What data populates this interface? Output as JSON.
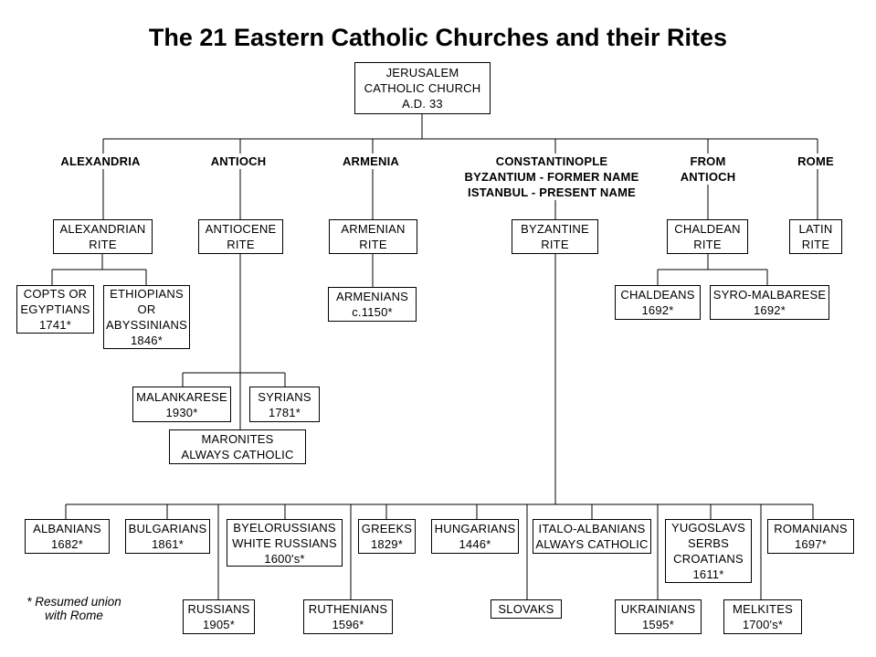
{
  "title": "The 21 Eastern Catholic Churches and their Rites",
  "footnote": "* Resumed union\nwith Rome",
  "colors": {
    "line": "#000000",
    "background": "#ffffff",
    "text": "#000000"
  },
  "branch_labels": {
    "alexandria": "ALEXANDRIA",
    "antioch": "ANTIOCH",
    "armenia": "ARMENIA",
    "constantinople": "CONSTANTINOPLE\nBYZANTIUM - FORMER NAME\nISTANBUL - PRESENT NAME",
    "from_antioch": "FROM\nANTIOCH",
    "rome": "ROME"
  },
  "nodes": {
    "jerusalem": "JERUSALEM\nCATHOLIC CHURCH\nA.D. 33",
    "alexandrian_rite": "ALEXANDRIAN\nRITE",
    "antiocene_rite": "ANTIOCENE\nRITE",
    "armenian_rite": "ARMENIAN\nRITE",
    "byzantine_rite": "BYZANTINE\nRITE",
    "chaldean_rite": "CHALDEAN\nRITE",
    "latin_rite": "LATIN\nRITE",
    "copts": "COPTS OR\nEGYPTIANS\n1741*",
    "ethiopians": "ETHIOPIANS\nOR\nABYSSINIANS\n1846*",
    "armenians": "ARMENIANS\nc.1150*",
    "chaldeans": "CHALDEANS\n1692*",
    "syro_malbarese": "SYRO-MALBARESE\n1692*",
    "malankarese": "MALANKARESE\n1930*",
    "syrians": "SYRIANS\n1781*",
    "maronites": "MARONITES\nALWAYS CATHOLIC",
    "albanians": "ALBANIANS\n1682*",
    "bulgarians": "BULGARIANS\n1861*",
    "byelorussians": "BYELORUSSIANS\nWHITE RUSSIANS\n1600's*",
    "greeks": "GREEKS\n1829*",
    "hungarians": "HUNGARIANS\n1446*",
    "italo_albanians": "ITALO-ALBANIANS\nALWAYS CATHOLIC",
    "yugoslavs": "YUGOSLAVS\nSERBS\nCROATIANS\n1611*",
    "romanians": "ROMANIANS\n1697*",
    "russians": "RUSSIANS\n1905*",
    "ruthenians": "RUTHENIANS\n1596*",
    "slovaks": "SLOVAKS",
    "ukrainians": "UKRAINIANS\n1595*",
    "melkites": "MELKITES\n1700's*"
  }
}
